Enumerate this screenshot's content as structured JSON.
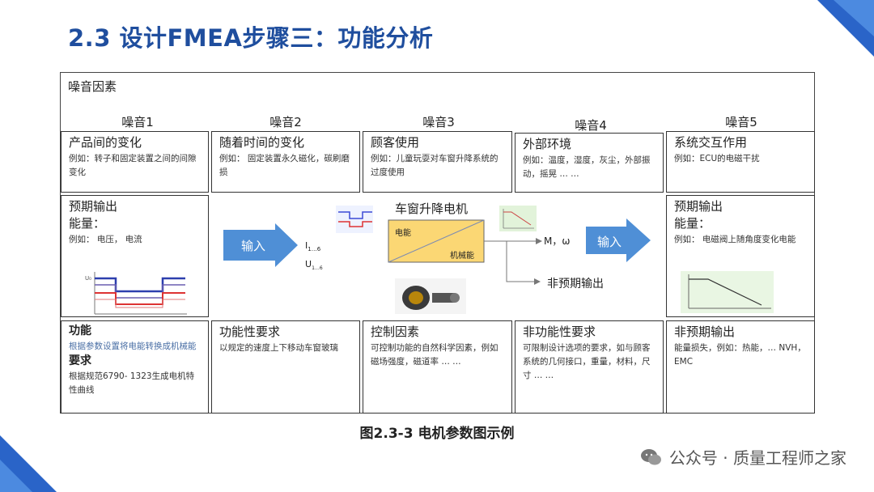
{
  "title": "2.3 设计FMEA步骤三：功能分析",
  "noise_factors_label": "噪音因素",
  "noises": [
    {
      "label": "噪音1",
      "head": "产品间的变化",
      "desc": "例如：转子和固定装置之间的间隙变化"
    },
    {
      "label": "噪音2",
      "head": "随着时间的变化",
      "desc": "例如：  固定装置永久磁化，碳刷磨损"
    },
    {
      "label": "噪音3",
      "head": "顾客使用",
      "desc": "例如：儿童玩耍对车窗升降系统的过度使用"
    },
    {
      "label": "噪音4",
      "head": "外部环境",
      "desc": "例如：温度，湿度，灰尘，外部振动，摇晃 … …"
    },
    {
      "label": "噪音5",
      "head": "系统交互作用",
      "desc": "例如：ECU的电磁干扰"
    }
  ],
  "expected_left": {
    "head1": "预期输出",
    "head2": "能量：",
    "desc": "例如：  电压，  电流"
  },
  "expected_right": {
    "head1": "预期输出",
    "head2": "能量：",
    "desc": "例如：   电磁阀上随角度变化电能"
  },
  "diagram": {
    "input_left": "输入",
    "input_right": "输入",
    "motor_title": "车窗升降电机",
    "box_in": "电能",
    "box_out": "机械能",
    "i_label": "I",
    "i_sub": "1…6",
    "u_label": "U",
    "u_sub": "1…6",
    "output_label": "M，ω",
    "unexpected": "非预期输出"
  },
  "bottom": [
    {
      "id": "function",
      "title1": "功能",
      "desc1": "根据参数设置将电能转换成机械能",
      "title2": "要求",
      "desc2": "根据规范6790- 1323生成电机特性曲线"
    },
    {
      "id": "func-req",
      "head": "功能性要求",
      "desc": "以规定的速度上下移动车窗玻璃"
    },
    {
      "id": "control",
      "head": "控制因素",
      "desc": "可控制功能的自然科学因素，例如磁场强度，磁道率 … …"
    },
    {
      "id": "nonfunc",
      "head": "非功能性要求",
      "desc": "可限制设计选项的要求，如与顾客系统的几何接口，重量，材料，尺寸 … …"
    },
    {
      "id": "unexpected-out",
      "head": "非预期输出",
      "desc": "能量损失，例如：热能，… NVH，EMC"
    }
  ],
  "caption": "图2.3-3 电机参数图示例",
  "watermark": "公众号 · 质量工程师之家",
  "colors": {
    "title": "#1f4e9e",
    "arrow": "#4f8fd6",
    "motor_box": "#fbd774",
    "accent_blue": "#1a5fc9"
  }
}
